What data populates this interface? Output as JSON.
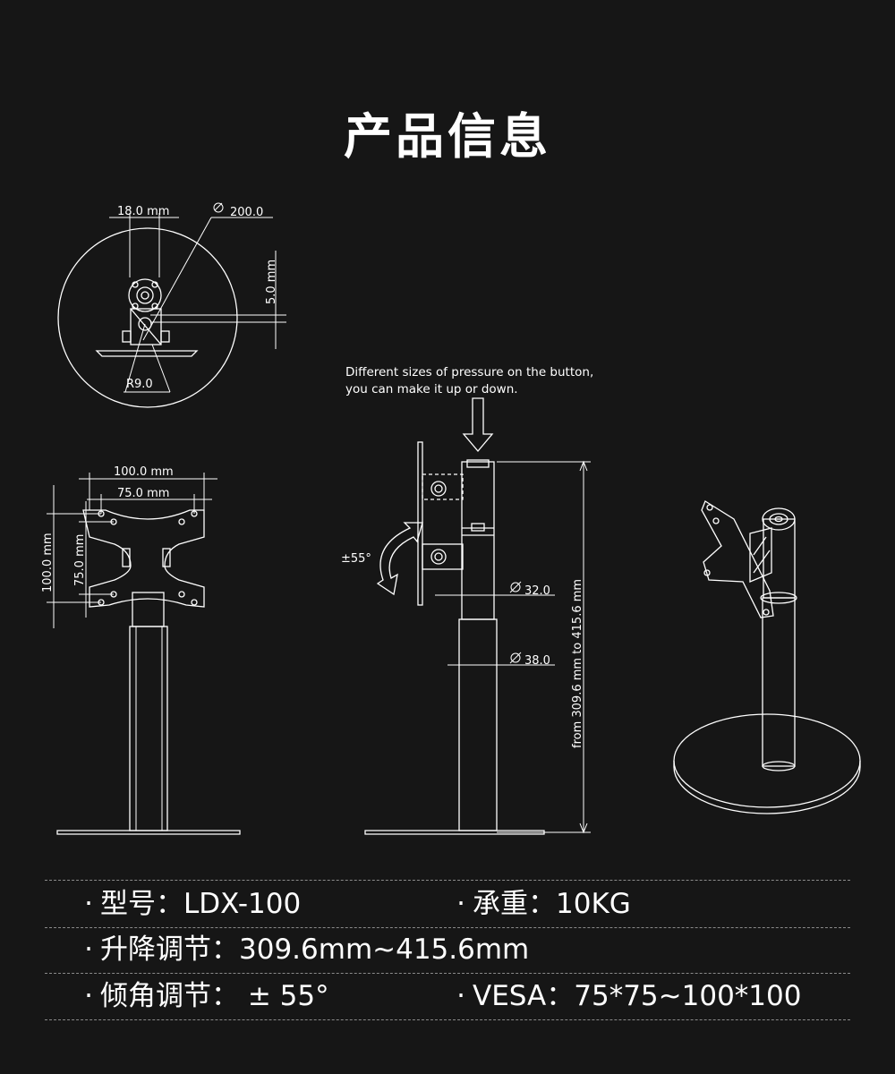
{
  "title": "产品信息",
  "instruction": {
    "line1": "Different sizes of pressure on the button,",
    "line2": "you can make it up or down."
  },
  "dimensions": {
    "top_width": "18.0 mm",
    "diameter": "200.0",
    "offset": "5.0 mm",
    "radius": "R9.0",
    "vesa_outer_w": "100.0 mm",
    "vesa_inner_w": "75.0 mm",
    "vesa_outer_h": "100.0 mm",
    "vesa_inner_h": "75.0 mm",
    "tilt": "±55°",
    "tube_small": "32.0",
    "tube_large": "38.0",
    "height_range": "from 309.6 mm to 415.6 mm"
  },
  "specs": [
    {
      "label": "型号：LDX-100",
      "label2": "承重：10KG"
    },
    {
      "label": "升降调节：309.6mm~415.6mm",
      "label2": ""
    },
    {
      "label": "倾角调节： ± 55°",
      "label2": "VESA：75*75~100*100"
    }
  ],
  "colors": {
    "background": "#161616",
    "line": "#ffffff",
    "divider": "#8a8a8a"
  }
}
